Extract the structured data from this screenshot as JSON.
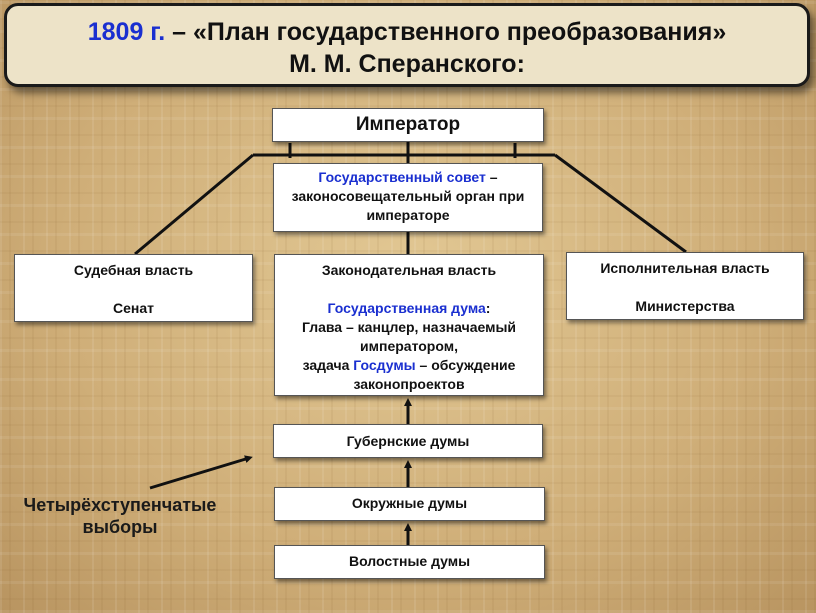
{
  "title": {
    "year": "1809 г.",
    "line1_rest": " – «План государственного преобразования»",
    "line2": "М. М. Сперанского:"
  },
  "emperor": {
    "label": "Император"
  },
  "state_council": {
    "name": "Государственный совет",
    "dash": " –",
    "description": "законосовещательный орган при императоре"
  },
  "judicial": {
    "title": "Судебная власть",
    "body": "Сенат"
  },
  "legislative": {
    "title": "Законодательная власть",
    "duma_name": "Государственная дума",
    "duma_colon": ":",
    "head": "Глава – канцлер, назначаемый императором,",
    "task_prefix": "задача ",
    "task_name": "Госдумы",
    "task_rest": " – обсуждение законопроектов"
  },
  "executive": {
    "title": "Исполнительная власть",
    "body": "Министерства"
  },
  "gubernia": {
    "label": "Губернские думы"
  },
  "okrug": {
    "label": "Окружные думы"
  },
  "volost": {
    "label": "Волостные думы"
  },
  "side_label": "Четырёхступенчатые выборы",
  "colors": {
    "accent_blue": "#1a2fd0",
    "title_bg": "#ede3c8",
    "background": "#ceb07e"
  }
}
